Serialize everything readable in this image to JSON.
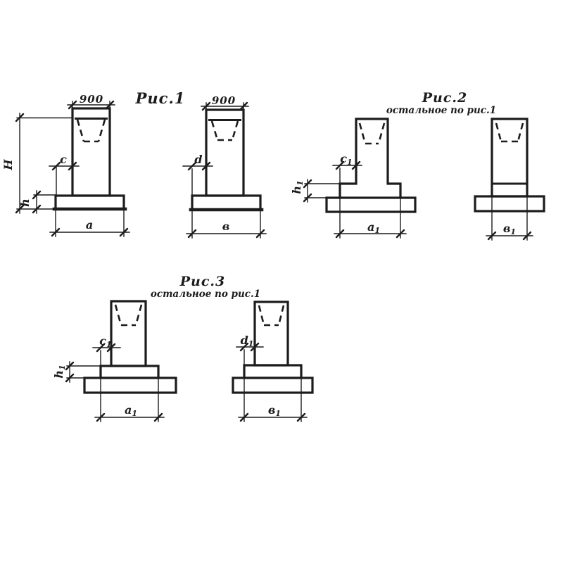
{
  "drawing": {
    "paper_color": "#ffffff",
    "ink_color": "#1c1c1c"
  },
  "fig1": {
    "caption": "Рис.1",
    "view_a": {
      "top_width": "900",
      "height": "H",
      "slab_height": "h",
      "overhang": "c",
      "base_width": "a"
    },
    "view_b": {
      "top_width": "900",
      "overhang": "d",
      "base_width": "в"
    }
  },
  "fig2": {
    "caption": "Рис.2",
    "note": "остальное по рис.1",
    "view_a": {
      "overhang": {
        "base": "c",
        "sub": "1"
      },
      "step_height": {
        "base": "h",
        "sub": "1"
      },
      "base_width": {
        "base": "a",
        "sub": "1"
      }
    },
    "view_b": {
      "base_width": {
        "base": "в",
        "sub": "1"
      }
    }
  },
  "fig3": {
    "caption": "Рис.3",
    "note": "остальное по рис.1",
    "view_a": {
      "overhang": {
        "base": "c",
        "sub": "1"
      },
      "step_height": {
        "base": "h",
        "sub": "1"
      },
      "base_width": {
        "base": "a",
        "sub": "1"
      }
    },
    "view_b": {
      "overhang": {
        "base": "d",
        "sub": "1"
      },
      "base_width": {
        "base": "в",
        "sub": "1"
      }
    }
  }
}
